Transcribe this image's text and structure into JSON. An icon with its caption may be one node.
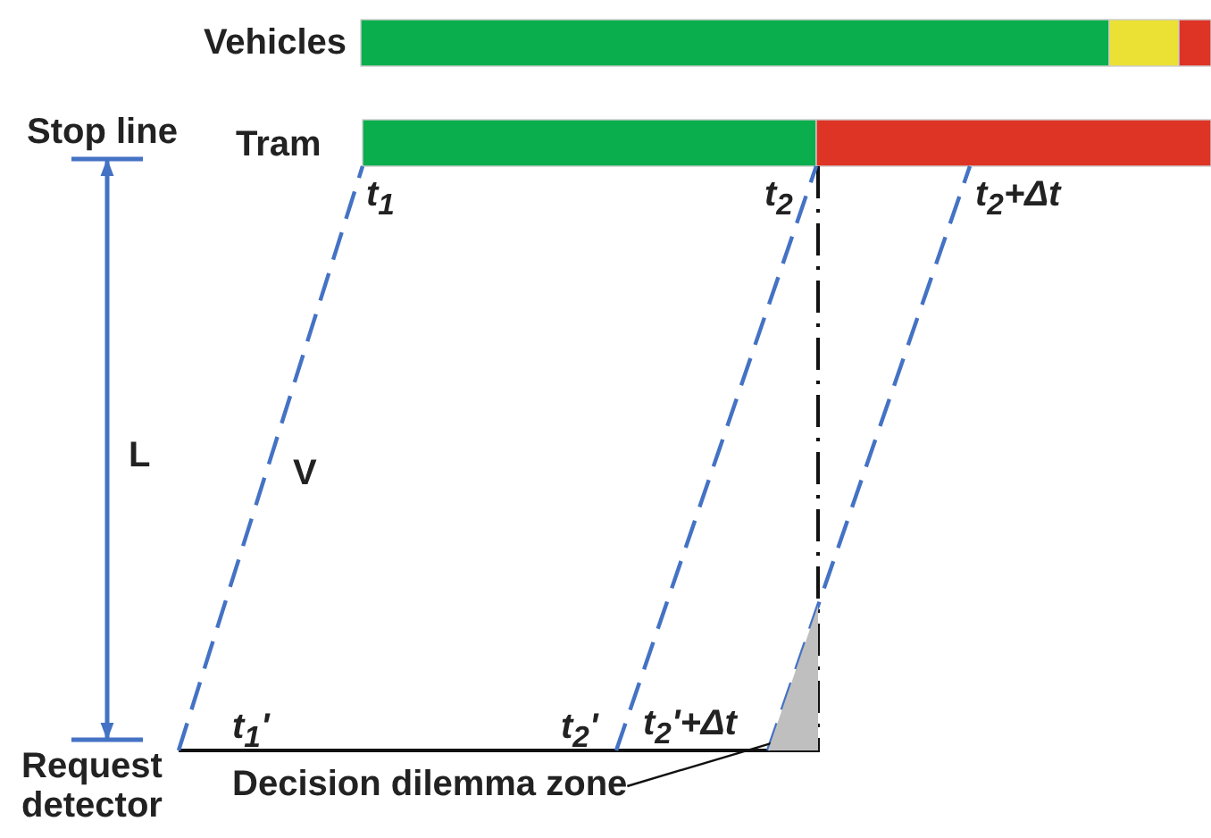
{
  "diagram": {
    "nodes": [
      {
        "text": [
          "Decision dilemma zone"
        ]
      },
      {
        "text": [],
        "shape": "triangle"
      }
    ],
    "edges": [
      {
        "from": 0,
        "to": 1,
        "arrow": "none"
      }
    ],
    "labels": [
      "Vehicles",
      "Stop line",
      "Tram",
      "t$_{1}$",
      "t$_{2}$",
      "t$_{2}$+Δt",
      "L",
      "V",
      "t$_{1}$'",
      "t$_{2}$'",
      "t$_{2}$'+Δt",
      "Request detector"
    ]
  }
}
